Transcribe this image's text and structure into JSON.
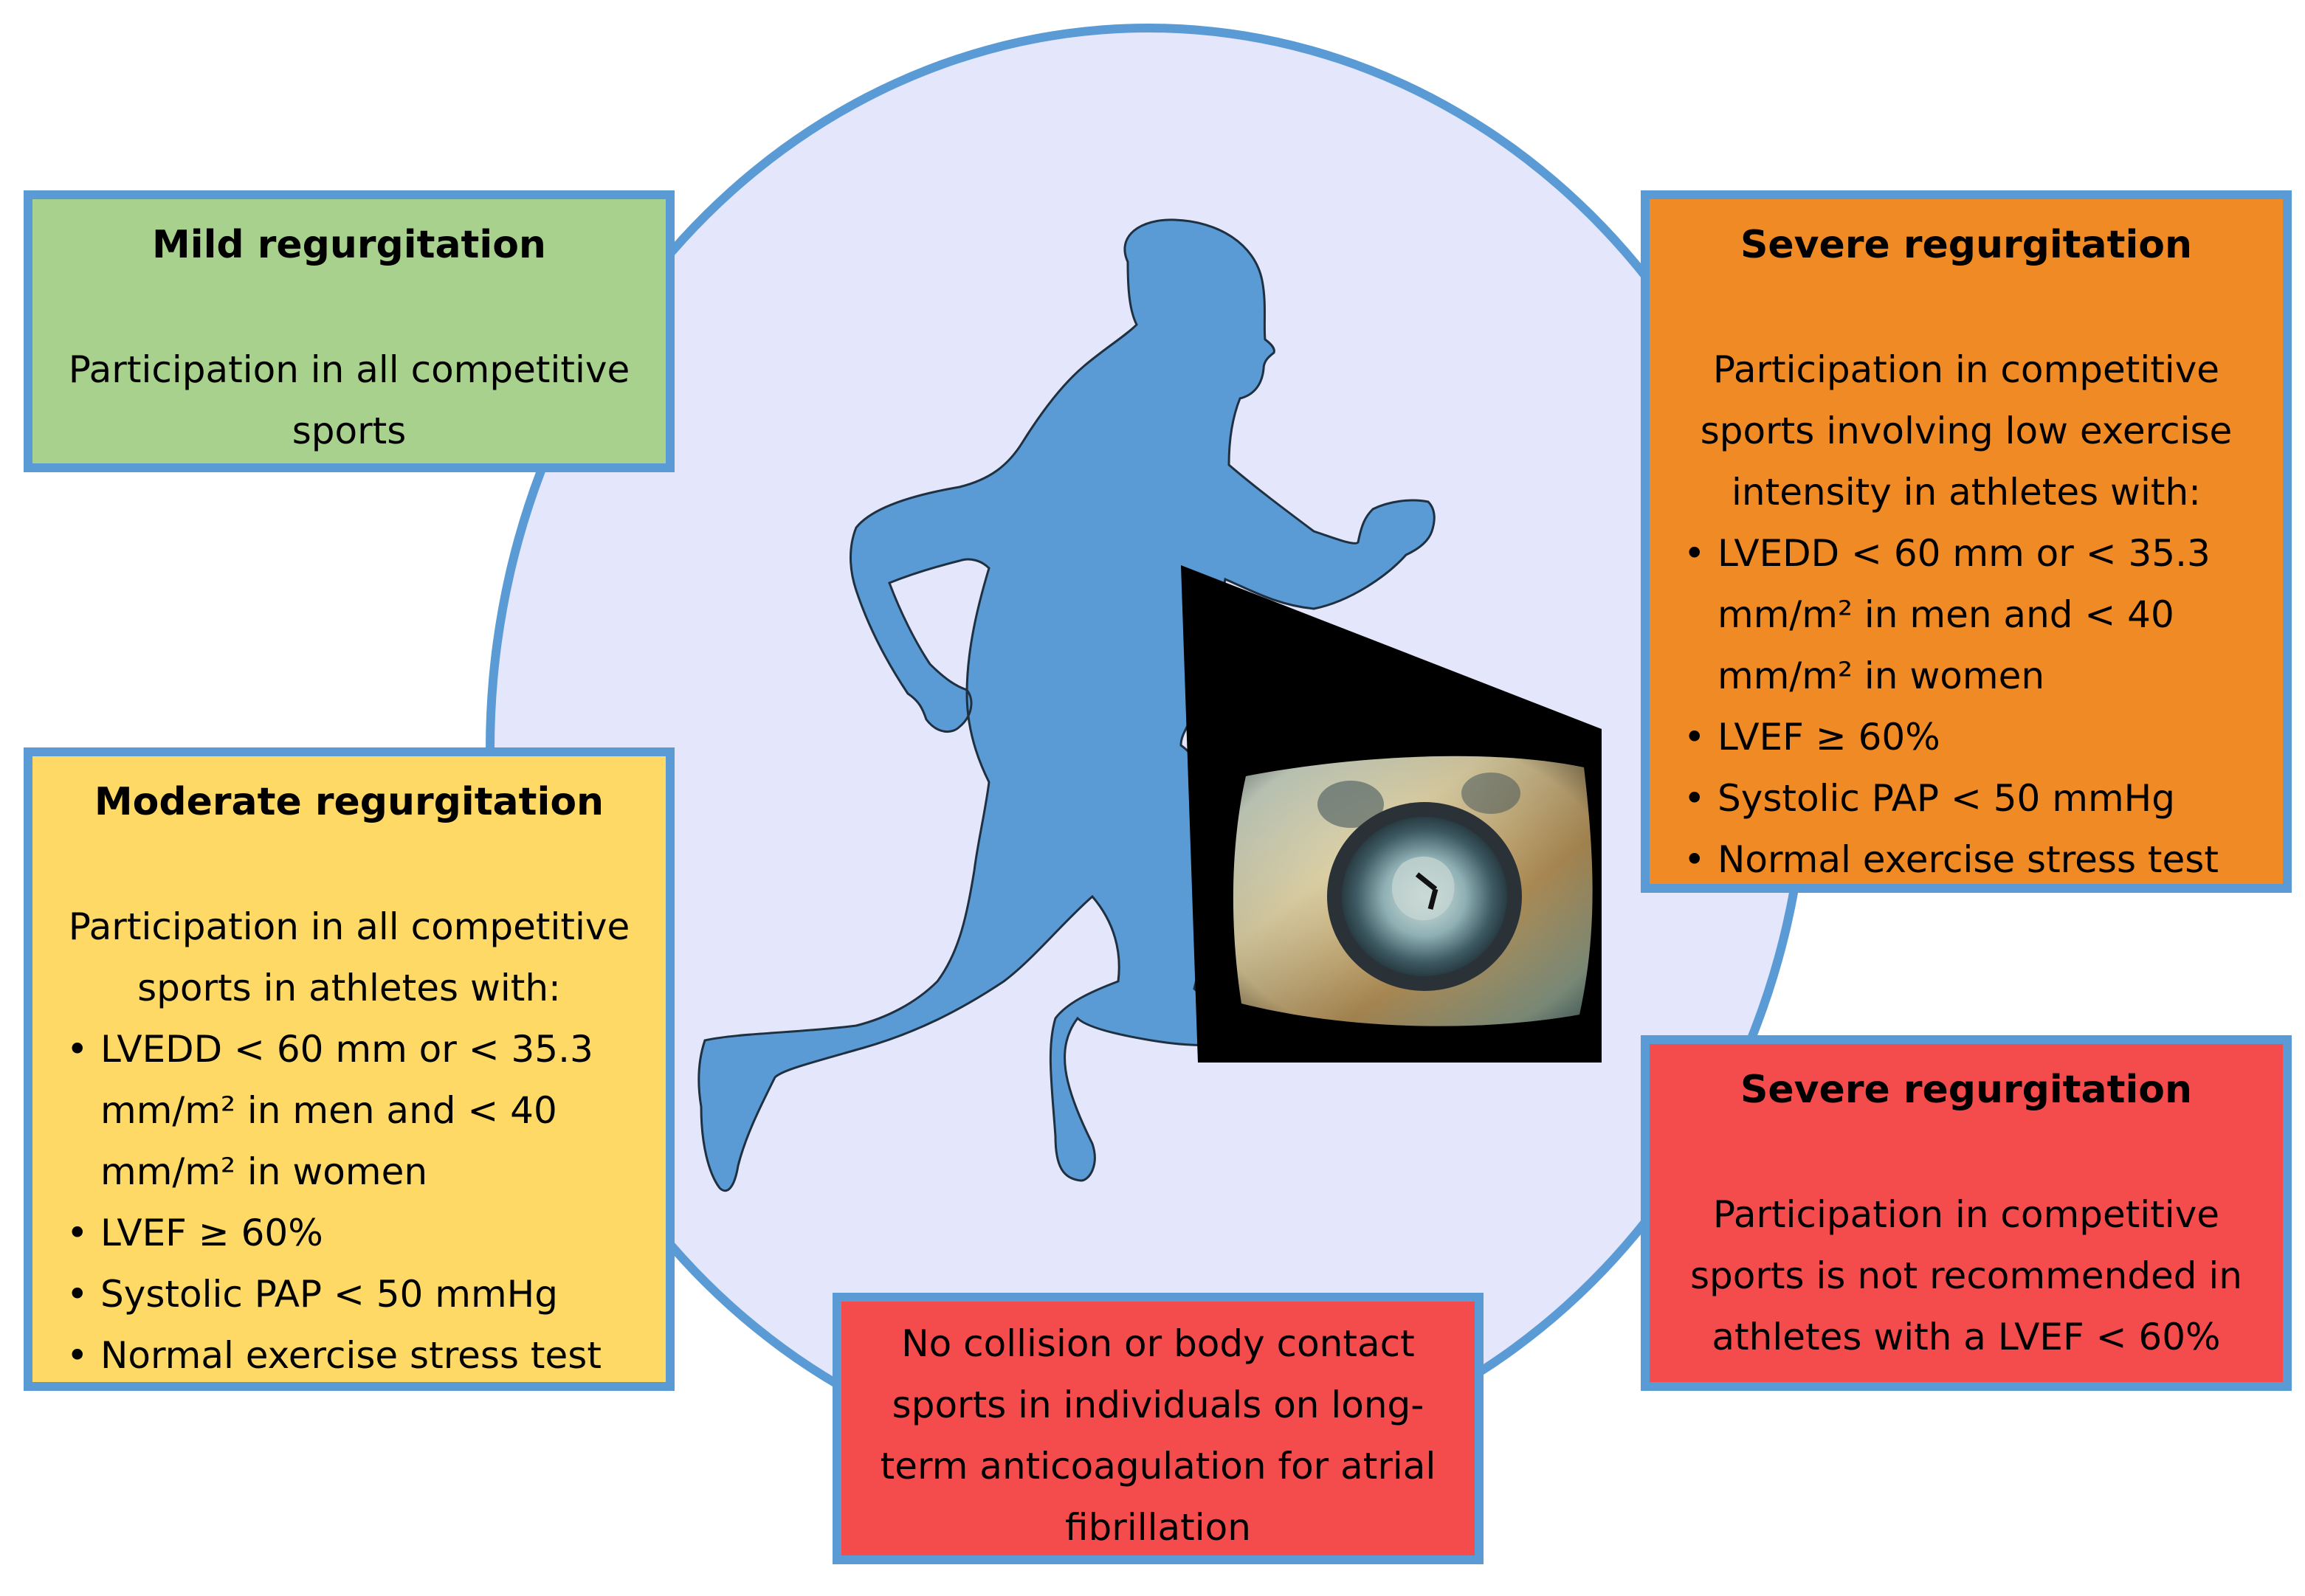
{
  "colors": {
    "circle_fill": "#e4e6fb",
    "outline": "#5b9bd5",
    "runner": "#5b9bd5",
    "mild": "#a9d18e",
    "moderate": "#ffd966",
    "severe_allowed": "#f08a24",
    "severe_restricted": "#f44c4c",
    "anticoagulation": "#f44c4c"
  },
  "icons": [
    "runner-silhouette-icon",
    "echocardiogram-image"
  ],
  "mild": {
    "title": "Mild regurgitation",
    "description": "Participation in all competitive sports"
  },
  "moderate": {
    "title": "Moderate regurgitation",
    "description": "Participation in all competitive sports in athletes with:",
    "criteria": [
      "LVEDD < 60 mm or < 35.3 mm/m² in men and < 40 mm/m² in women",
      "LVEF ≥ 60%",
      "Systolic PAP < 50 mmHg",
      "Normal exercise stress test"
    ]
  },
  "severe_allowed": {
    "title": "Severe regurgitation",
    "description": "Participation in competitive sports involving low exercise intensity in athletes with:",
    "criteria": [
      "LVEDD < 60 mm or < 35.3 mm/m² in men and < 40 mm/m² in women",
      "LVEF ≥ 60%",
      "Systolic PAP < 50 mmHg",
      "Normal exercise stress test"
    ]
  },
  "severe_restricted": {
    "title": "Severe regurgitation",
    "description": "Participation in competitive sports is not recommended in athletes with a LVEF < 60%"
  },
  "anticoagulation": {
    "text": "No collision or body contact sports in individuals on long-term anticoagulation for atrial fibrillation"
  }
}
